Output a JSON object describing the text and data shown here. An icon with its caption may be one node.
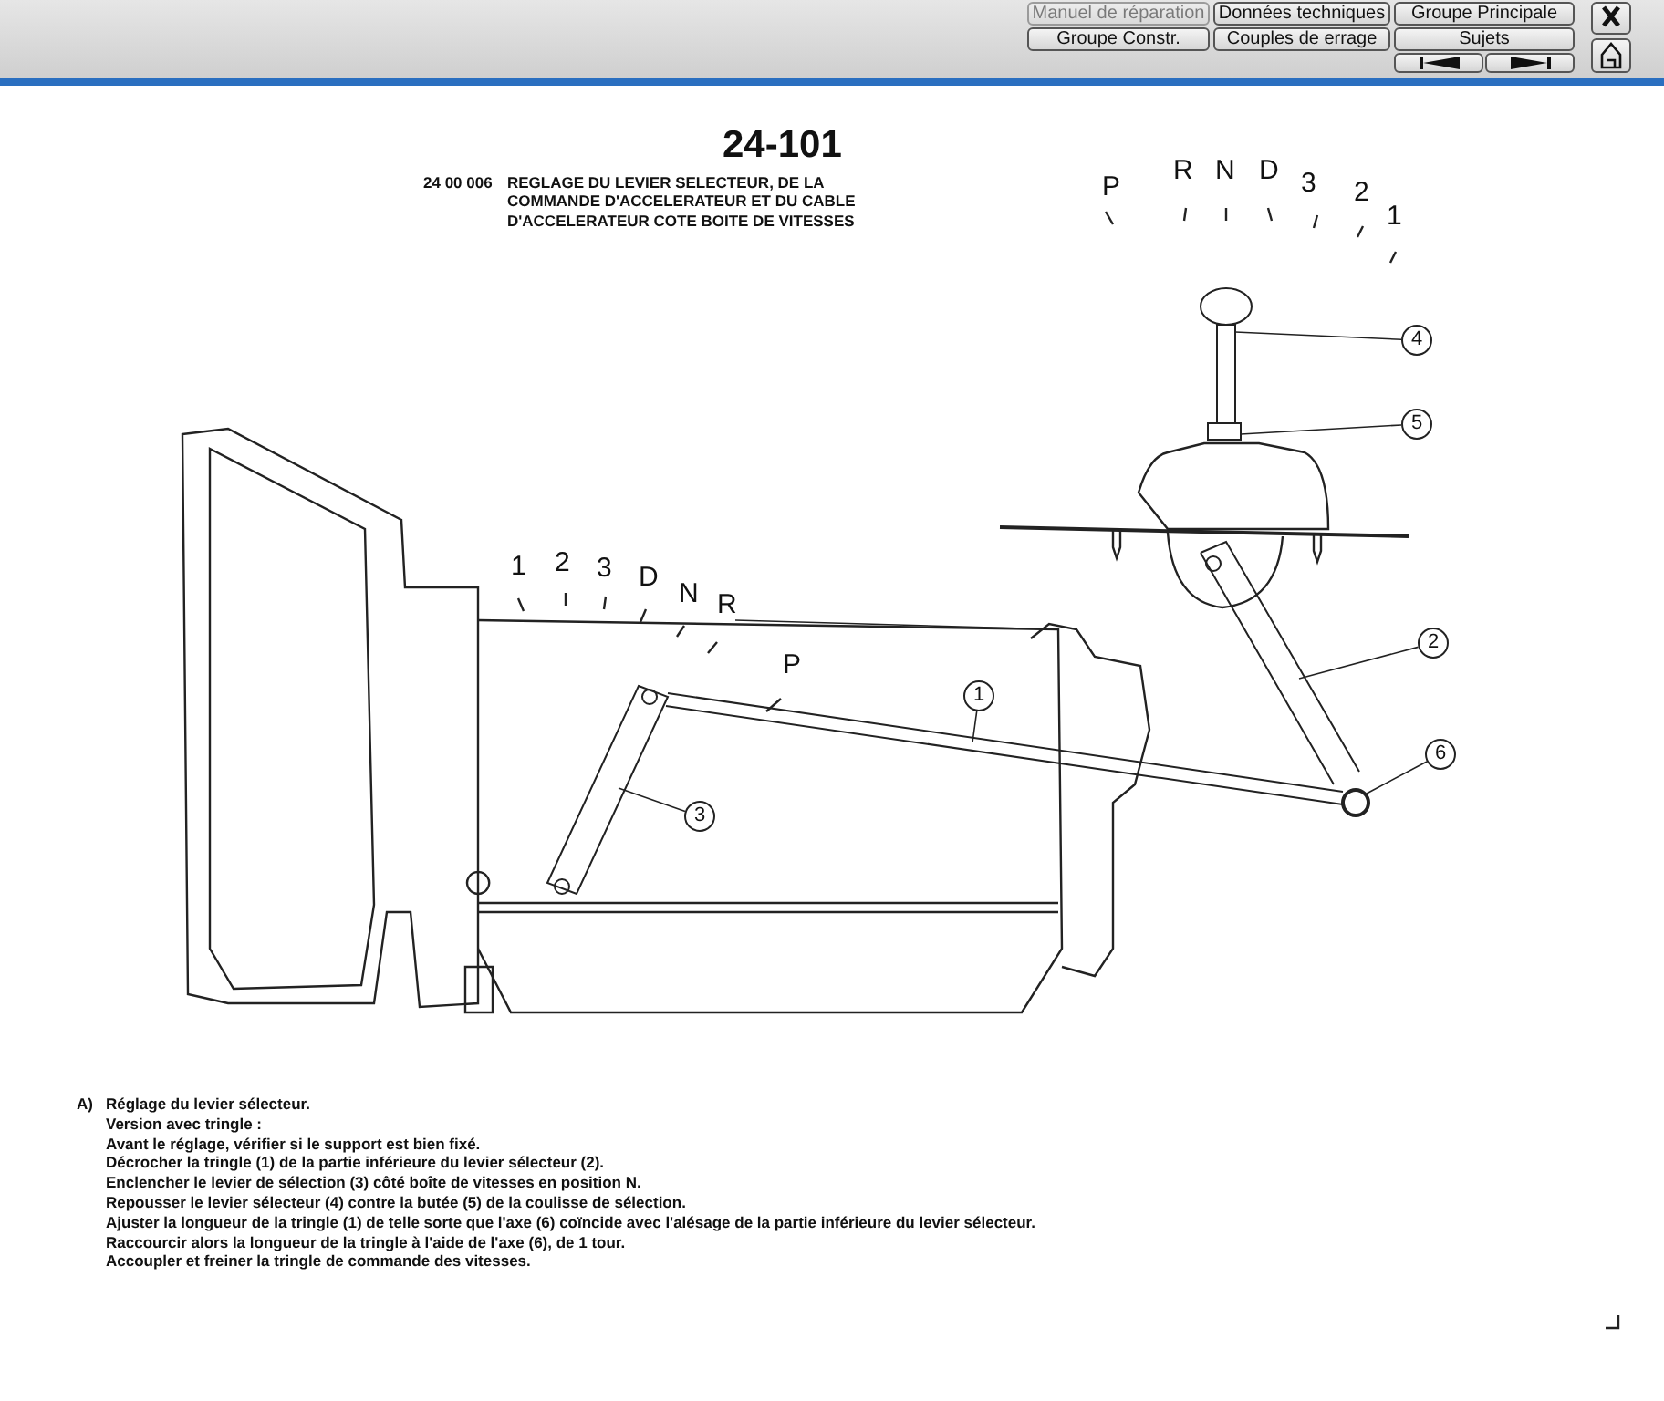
{
  "diagram": {
    "title": "REGLAGE DU LEVIER SELECTEUR, DE LA COMMANDE D'ACCELERATEUR ET DU CABLE D'ACCELERATEUR COTE BOITE DE VITESSES",
    "nodes": [
      {
        "text": [
          "4"
        ]
      },
      {
        "text": [
          "5"
        ]
      },
      {
        "text": [
          "2"
        ]
      },
      {
        "text": [
          "1"
        ]
      },
      {
        "text": [
          "6"
        ]
      },
      {
        "text": [
          "3"
        ]
      },
      {
        "text": [],
        "shape": "picture"
      },
      {
        "text": [],
        "shape": "box"
      },
      {
        "text": [],
        "shape": "bar"
      },
      {
        "text": [],
        "shape": "picture"
      },
      {
        "text": [],
        "shape": "circle"
      },
      {
        "text": [],
        "shape": "picture"
      }
    ],
    "edges": [
      {
        "from": 0,
        "to": 6,
        "arrow": "none"
      },
      {
        "from": 1,
        "to": 7,
        "arrow": "none"
      },
      {
        "from": 2,
        "to": 8,
        "arrow": "none"
      },
      {
        "from": 3,
        "to": 9,
        "arrow": "none"
      },
      {
        "from": 4,
        "to": 10,
        "arrow": "none"
      },
      {
        "from": 5,
        "to": 11,
        "arrow": "none"
      }
    ],
    "labels": [
      "Manuel de réparation",
      "Données techniques",
      "Groupe Principale",
      "Groupe Constr.",
      "Couples de errage",
      "Sujets",
      "24-101",
      "24 00 006",
      "P",
      "R",
      "N",
      "D",
      "3",
      "2",
      "1",
      "1",
      "2",
      "3",
      "D",
      "N",
      "R",
      "P",
      "A)",
      "Réglage du levier sélecteur.",
      "Version avec tringle :",
      "Avant le réglage, vérifier si le support est bien fixé.",
      "Décrocher la tringle (1) de la partie inférieure du levier sélecteur (2).",
      "Enclencher le levier de sélection (3) côté boîte de vitesses en position N.",
      "Repousser le levier sélecteur (4) contre la butée (5) de la coulisse de sélection.",
      "Ajuster la longueur de la tringle (1) de telle sorte que l'axe (6) coïncide avec l'alésage de la partie inférieure du levier sélecteur.",
      "Raccourcir alors la longueur de la tringle à l'aide de l'axe (6), de 1 tour.",
      "Accoupler et freiner la tringle de commande des vitesses."
    ]
  }
}
